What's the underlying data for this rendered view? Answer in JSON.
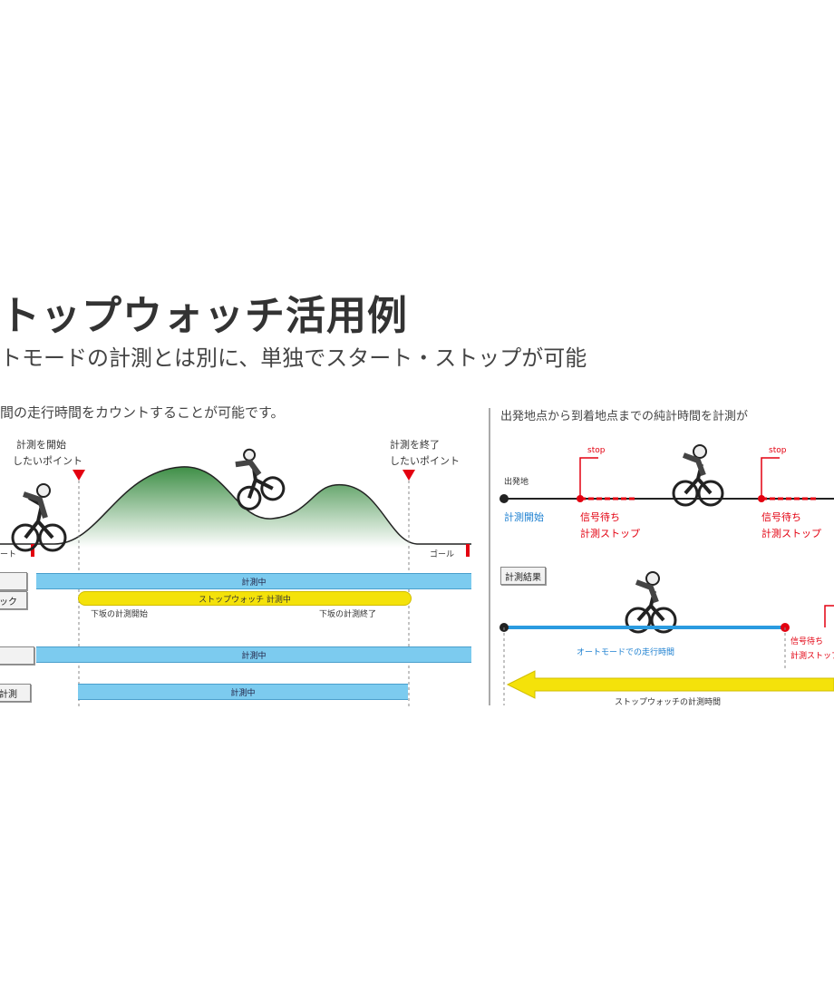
{
  "header": {
    "title": "トップウォッチ活用例",
    "subtitle": "トモードの計測とは別に、単独でスタート・ストップが可能"
  },
  "left_panel": {
    "caption": "間の走行時間をカウントすることが可能です。",
    "start_label": "計測を開始",
    "start_sub": "したいポイント",
    "end_label": "計測を終了",
    "end_sub": "したいポイント",
    "start_marker": "ート",
    "goal_marker": "ゴール",
    "row1_box": "ック",
    "row1_bar": "計測中",
    "yellow_bar": "ストップウォッチ 計測中",
    "note_start": "下坂の計測開始",
    "note_end": "下坂の計測終了",
    "row2_bar": "計測中",
    "row3_box": "計測",
    "row3_bar": "計測中"
  },
  "right_panel": {
    "caption": "出発地点から到着地点までの純計時間を計測が",
    "origin_label": "出発地",
    "start_label": "計測開始",
    "stop1_top": "信号待ち",
    "stop1_bottom": "計測ストップ",
    "stop2_top": "信号待ち",
    "stop2_bottom": "計測ストップ",
    "mini_top": "stop",
    "box_label": "計測結果",
    "blue_bar_label": "オートモードでの走行時間",
    "stop3_top": "信号待ち",
    "stop3_bottom": "計測ストップ",
    "yellow_bar_label": "ストップウォッチの計測時間"
  },
  "colors": {
    "bar_blue": "#7ccbef",
    "bar_yellow": "#f4e20a",
    "marker_red": "#e30010",
    "hill_green": "#3f8f47"
  },
  "icons": [
    "cyclist-icon",
    "triangle-marker-icon",
    "flag-icon"
  ]
}
